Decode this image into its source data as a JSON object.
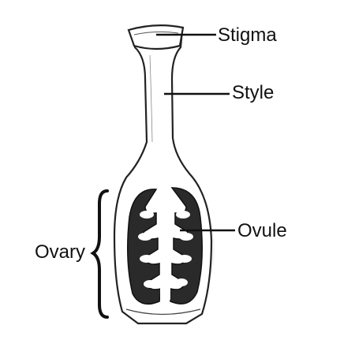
{
  "labels": {
    "stigma": "Stigma",
    "style": "Style",
    "ovule": "Ovule",
    "ovary": "Ovary"
  },
  "colors": {
    "ink": "#111111",
    "ovule_fill": "#2a2a2a",
    "paper": "#ffffff",
    "shading": "#e9e9e9"
  },
  "icons": {
    "drawing": "pencil-sketch-pistil"
  }
}
